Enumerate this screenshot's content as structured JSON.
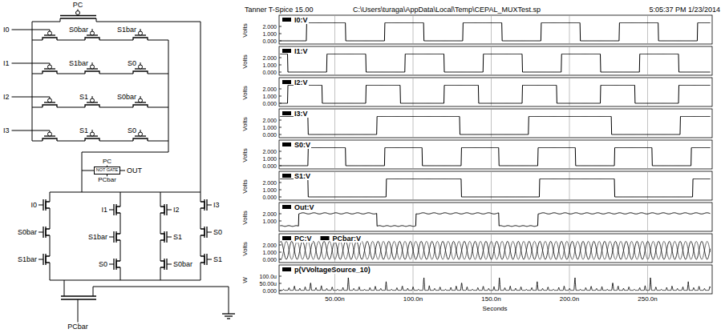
{
  "diagram": {
    "nodes": [
      {
        "text": [
          "NOT GATE"
        ]
      }
    ],
    "labels": [
      "PC",
      "I0",
      "S0bar",
      "S1bar",
      "I1",
      "S1bar",
      "S0",
      "I2",
      "S1",
      "S0bar",
      "I3",
      "S1",
      "S0",
      "PC",
      "OUT",
      "PCbar",
      "I0",
      "S0bar",
      "S1bar",
      "I1",
      "S1bar",
      "S0",
      "I2",
      "S1",
      "S0bar",
      "I3",
      "S0",
      "S1",
      "PCbar",
      "Tanner T-Spice 15.00",
      "C:\\Users\\turaga\\AppData\\Local\\Temp\\CEPAL_MUXTest.sp",
      "5:05:37 PM 1/23/2014",
      "I0:V",
      "Volts",
      "2.000",
      "1.000",
      "0.000",
      "I1:V",
      "Volts",
      "2.000",
      "1.000",
      "0.000",
      "I2:V",
      "Volts",
      "2.000",
      "1.000",
      "0.000",
      "I3:V",
      "Volts",
      "2.000",
      "1.000",
      "0.000",
      "S0:V",
      "Volts",
      "2.000",
      "1.000",
      "0.000",
      "S1:V",
      "Volts",
      "2.000",
      "1.000",
      "0.000",
      "Out:V",
      "Volts",
      "2.000",
      "1.000",
      "PC:V",
      "PCbar:V",
      "Volts",
      "2.000",
      "1.000",
      "0.000",
      "p(VVoltageSource_10)",
      "W",
      "100.0u",
      "50.00u",
      "0.000",
      "50.00n",
      "100.0n",
      "150.0n",
      "200.0n",
      "250.0n",
      "Seconds"
    ]
  }
}
